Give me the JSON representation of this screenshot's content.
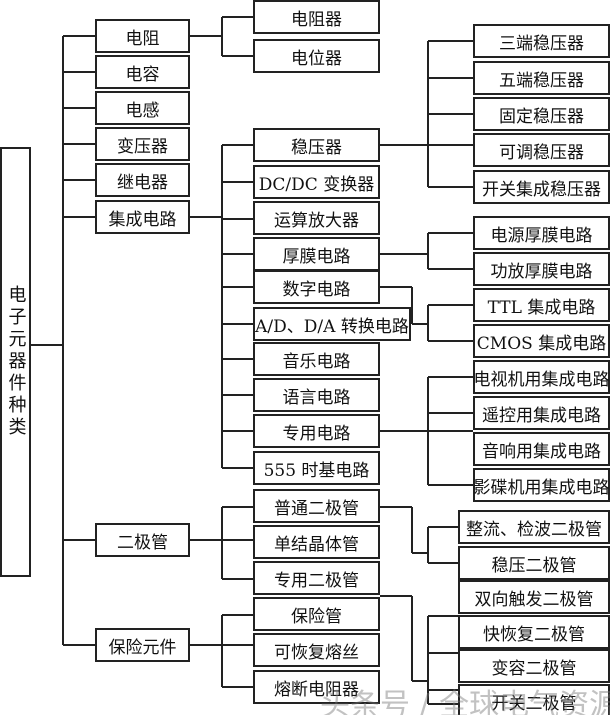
{
  "root": "电子元器件种类",
  "level1": [
    "电阻",
    "电容",
    "电感",
    "变压器",
    "继电器",
    "集成电路",
    "二极管",
    "保险元件"
  ],
  "resistor": [
    "电阻器",
    "电位器"
  ],
  "ic": [
    "稳压器",
    "DC/DC 变换器",
    "运算放大器",
    "厚膜电路",
    "数字电路",
    "A/D、D/A 转换电路",
    "音乐电路",
    "语言电路",
    "专用电路",
    "555 时基电路"
  ],
  "regulator": [
    "三端稳压器",
    "五端稳压器",
    "固定稳压器",
    "可调稳压器",
    "开关集成稳压器"
  ],
  "thickfilm": [
    "电源厚膜电路",
    "功放厚膜电路"
  ],
  "digital": [
    "TTL 集成电路",
    "CMOS 集成电路"
  ],
  "special": [
    "电视机用集成电路",
    "遥控用集成电路",
    "音响用集成电路",
    "影碟机用集成电路"
  ],
  "diode": [
    "普通二极管",
    "单结晶体管",
    "专用二极管"
  ],
  "normal_diode": [
    "整流、检波二极管",
    "稳压二极管"
  ],
  "special_diode": [
    "双向触发二极管",
    "快恢复二极管",
    "变容二极管",
    "开关二极管"
  ],
  "fuse": [
    "保险管",
    "可恢复熔丝",
    "熔断电阻器"
  ],
  "watermark": "头条号 / 全球电气资源"
}
